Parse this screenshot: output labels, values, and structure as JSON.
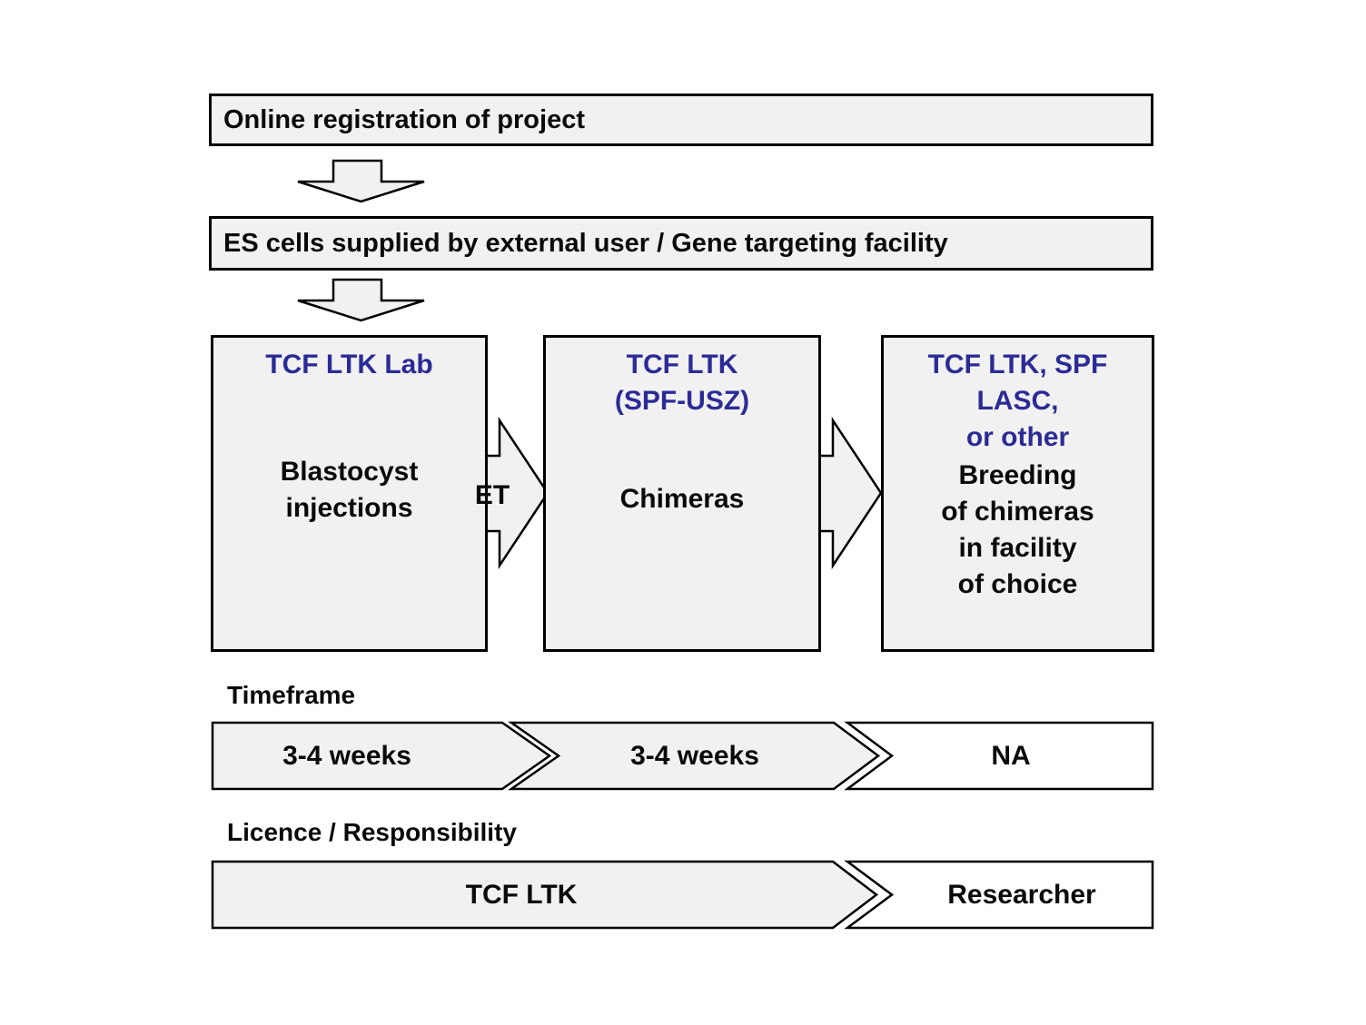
{
  "colors": {
    "accent_blue": "#2B2B96",
    "box_fill": "#F1F1F1",
    "white_fill": "#FFFFFF",
    "line_black": "#000000",
    "text_black": "#0A0A0A",
    "page_bg": "#FFFFFF"
  },
  "banners": [
    {
      "label": "Online registration of project"
    },
    {
      "label": "ES cells supplied by external user / Gene targeting facility"
    }
  ],
  "stages": [
    {
      "title_lines": [
        "TCF LTK Lab"
      ],
      "body_lines": [
        "Blastocyst",
        "injections"
      ]
    },
    {
      "title_lines": [
        "TCF LTK",
        "(SPF-USZ)"
      ],
      "body_lines": [
        "Chimeras"
      ]
    },
    {
      "title_lines": [
        "TCF LTK, SPF",
        "LASC,",
        "or other"
      ],
      "body_lines": [
        "Breeding",
        "of chimeras",
        "in facility",
        "of choice"
      ]
    }
  ],
  "flow_labels": {
    "et": "ET"
  },
  "icons": {
    "down_arrow": "down-arrow-icon",
    "right_arrow": "right-arrow-icon"
  },
  "timeframe": {
    "heading": "Timeframe",
    "segments": [
      "3-4 weeks",
      "3-4 weeks",
      "NA"
    ]
  },
  "licence": {
    "heading": "Licence / Responsibility",
    "segments": [
      "TCF LTK",
      "Researcher"
    ]
  }
}
